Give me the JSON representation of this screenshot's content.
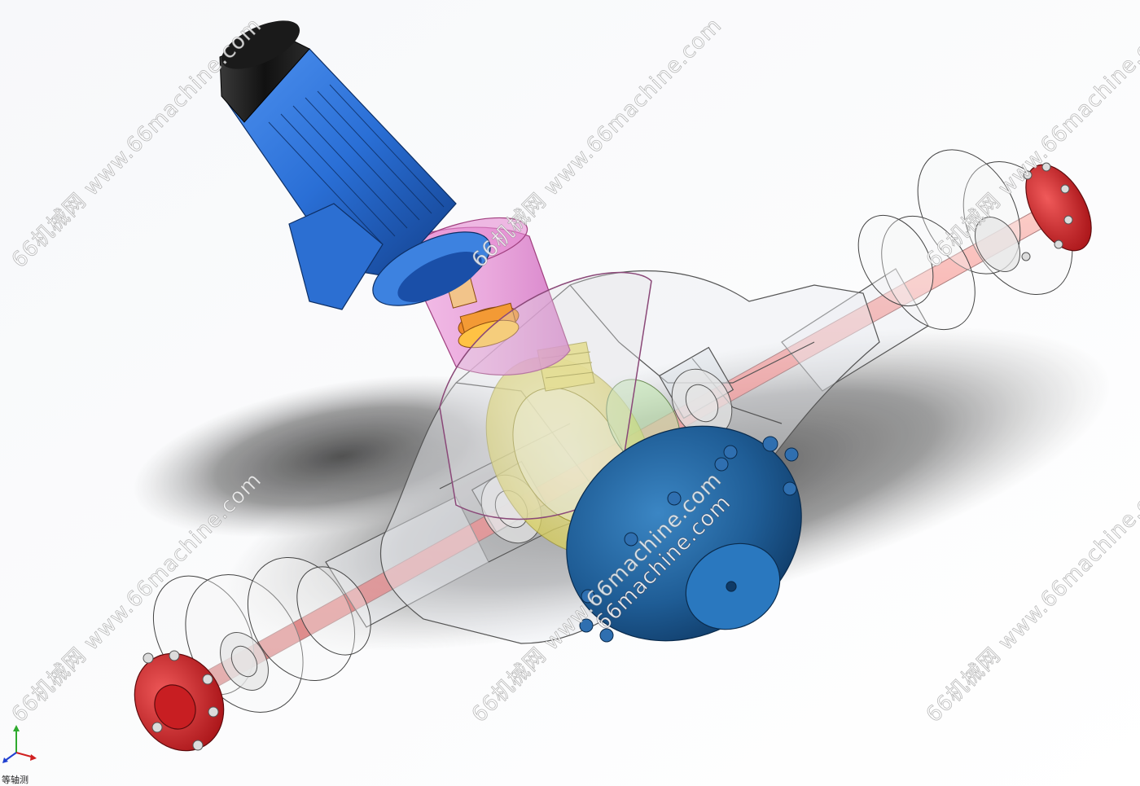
{
  "watermark": {
    "primary": "66机械网 www.66machine.com",
    "secondary": "66machine.com"
  },
  "view": {
    "label": "等轴测"
  },
  "colors": {
    "background": "#ffffff",
    "motor_blue": "#2a6fd6",
    "coupling_pink": "#e79ad8",
    "shaft_red": "#ef5b5b",
    "hub_red": "#d9262a",
    "cover_blue": "#1f5d96",
    "gear_yellow": "#e8e27a",
    "housing_line": "#555555"
  },
  "icons": {
    "triad": "axis-triad-icon"
  }
}
